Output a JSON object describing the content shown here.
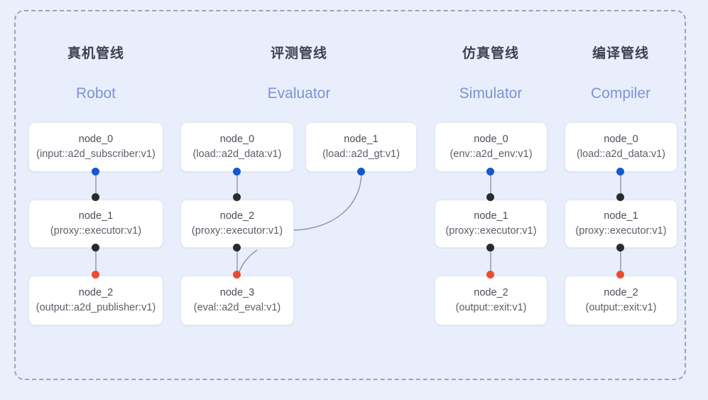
{
  "diagram": {
    "background_color": "#eaeffb",
    "frame_border_color": "#9aa3b5",
    "port_colors": {
      "blue": "#1557d0",
      "black": "#2b2b2b",
      "red": "#ef4a2d"
    },
    "edge_color": "#8e94a3"
  },
  "columns": [
    {
      "title_cn": "真机管线",
      "title_en": "Robot",
      "nodes": [
        {
          "name": "node_0",
          "type": "(input::a2d_subscriber:v1)"
        },
        {
          "name": "node_1",
          "type": "(proxy::executor:v1)"
        },
        {
          "name": "node_2",
          "type": "(output::a2d_publisher:v1)"
        }
      ]
    },
    {
      "title_cn": "评测管线",
      "title_en": "Evaluator",
      "nodes": [
        {
          "name": "node_0",
          "type": "(load::a2d_data:v1)"
        },
        {
          "name": "node_1",
          "type": "(load::a2d_gt:v1)"
        },
        {
          "name": "node_2",
          "type": "(proxy::executor:v1)"
        },
        {
          "name": "node_3",
          "type": "(eval::a2d_eval:v1)"
        }
      ]
    },
    {
      "title_cn": "仿真管线",
      "title_en": "Simulator",
      "nodes": [
        {
          "name": "node_0",
          "type": "(env::a2d_env:v1)"
        },
        {
          "name": "node_1",
          "type": "(proxy::executor:v1)"
        },
        {
          "name": "node_2",
          "type": "(output::exit:v1)"
        }
      ]
    },
    {
      "title_cn": "编译管线",
      "title_en": "Compiler",
      "nodes": [
        {
          "name": "node_0",
          "type": "(load::a2d_data:v1)"
        },
        {
          "name": "node_1",
          "type": "(proxy::executor:v1)"
        },
        {
          "name": "node_2",
          "type": "(output::exit:v1)"
        }
      ]
    }
  ]
}
